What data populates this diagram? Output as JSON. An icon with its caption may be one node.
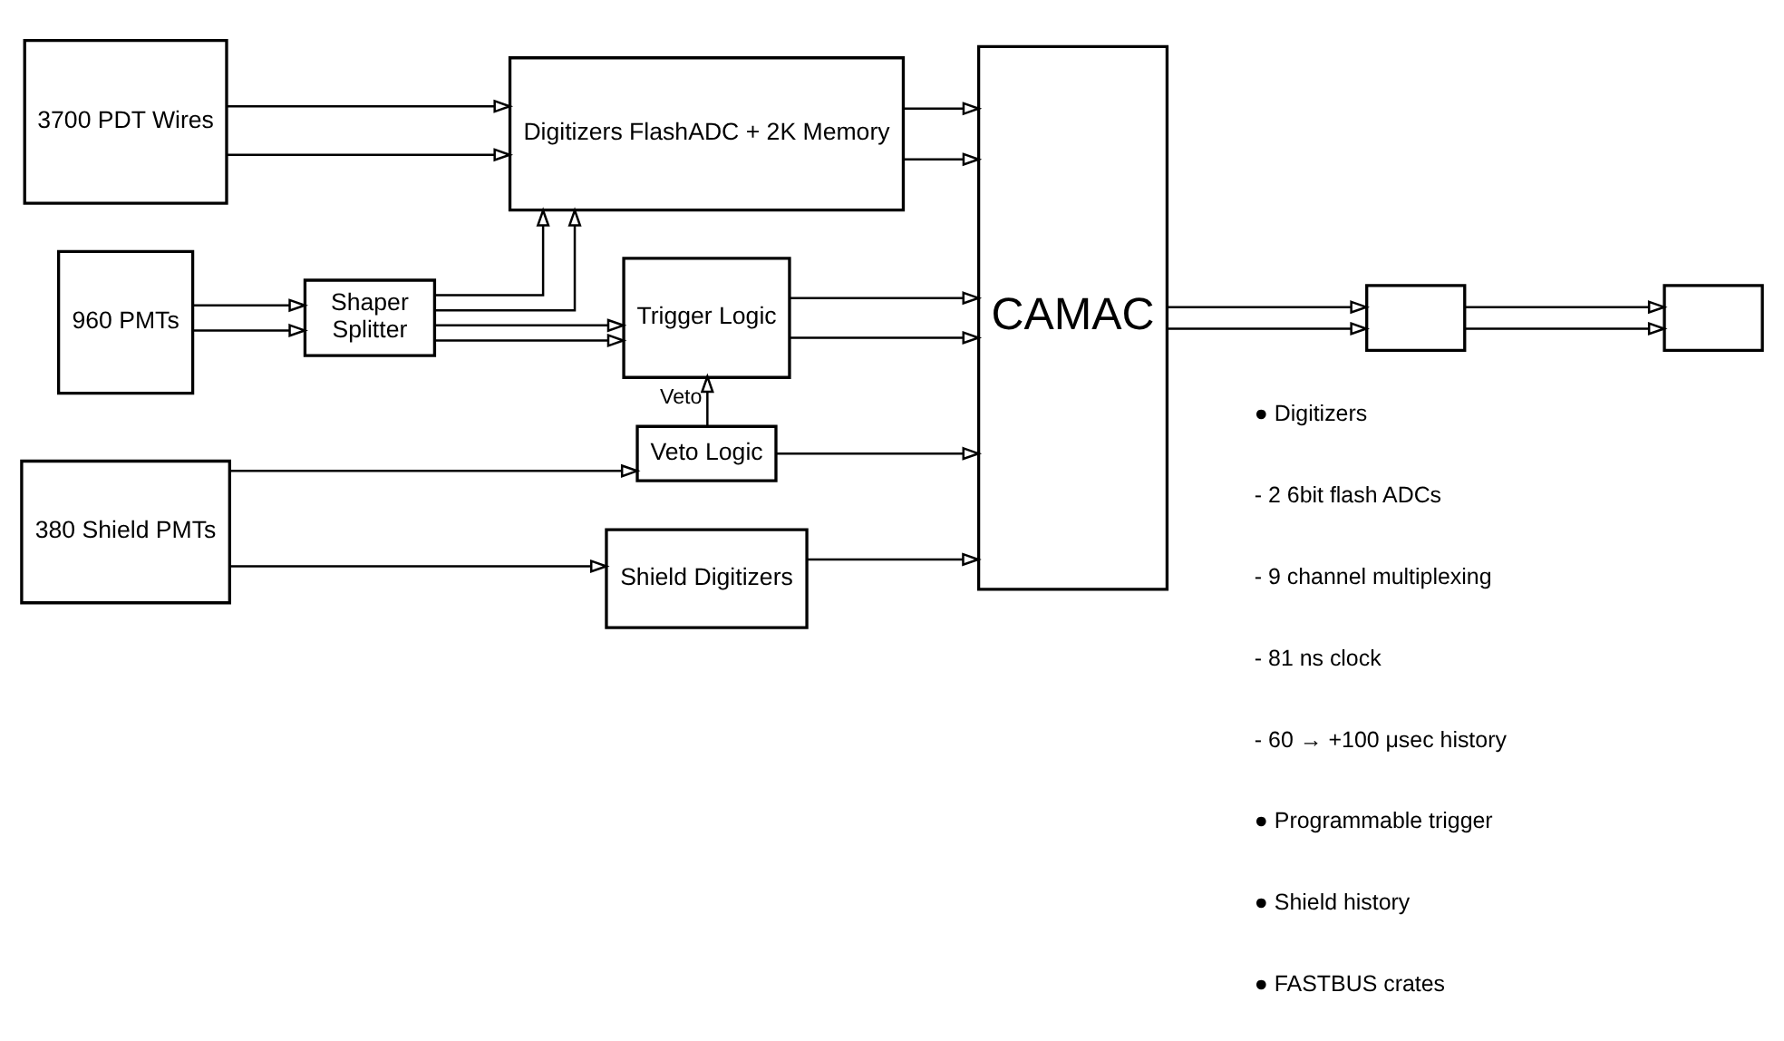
{
  "diagram": {
    "nodes": [
      {
        "text": [
          "3700 PDT Wires"
        ]
      },
      {
        "text": [
          "Digitizers FlashADC + 2K Memory"
        ]
      },
      {
        "text": [
          "CAMAC"
        ]
      },
      {
        "text": [],
        "shape": "box"
      },
      {
        "text": [],
        "shape": "box"
      },
      {
        "text": [
          "960 PMTs"
        ]
      },
      {
        "text": [
          "Shaper",
          "Splitter"
        ]
      },
      {
        "text": [
          "Trigger Logic"
        ]
      },
      {
        "text": [
          "Veto Logic"
        ]
      },
      {
        "text": [
          "380 Shield PMTs"
        ]
      },
      {
        "text": [
          "Shield Digitizers"
        ]
      }
    ],
    "edges": [
      {
        "from": 0,
        "to": 1,
        "arrow": "to"
      },
      {
        "from": 0,
        "to": 1,
        "arrow": "to"
      },
      {
        "from": 6,
        "to": 1,
        "arrow": "to"
      },
      {
        "from": 6,
        "to": 1,
        "arrow": "to"
      },
      {
        "from": 1,
        "to": 2,
        "arrow": "to"
      },
      {
        "from": 1,
        "to": 2,
        "arrow": "to"
      },
      {
        "from": 2,
        "to": 3,
        "arrow": "to"
      },
      {
        "from": 2,
        "to": 3,
        "arrow": "to"
      },
      {
        "from": 3,
        "to": 4,
        "arrow": "to"
      },
      {
        "from": 3,
        "to": 4,
        "arrow": "to"
      },
      {
        "from": 5,
        "to": 6,
        "arrow": "to"
      },
      {
        "from": 5,
        "to": 6,
        "arrow": "to"
      },
      {
        "from": 6,
        "to": 7,
        "arrow": "to"
      },
      {
        "from": 6,
        "to": 7,
        "arrow": "to"
      },
      {
        "from": 7,
        "to": 2,
        "arrow": "to"
      },
      {
        "from": 7,
        "to": 2,
        "arrow": "to"
      },
      {
        "from": 8,
        "to": 7,
        "arrow": "to",
        "label": "Veto"
      },
      {
        "from": 9,
        "to": 8,
        "arrow": "to"
      },
      {
        "from": 8,
        "to": 2,
        "arrow": "to"
      },
      {
        "from": 9,
        "to": 10,
        "arrow": "to"
      },
      {
        "from": 10,
        "to": 2,
        "arrow": "to"
      }
    ],
    "labels": [
      "● Digitizers",
      "- 2 6bit flash ADCs",
      "- 9 channel multiplexing",
      "- 81 ns clock",
      "- 60 → +100 μsec history",
      "● Programmable trigger",
      "● Shield history",
      "● FASTBUS crates"
    ]
  }
}
